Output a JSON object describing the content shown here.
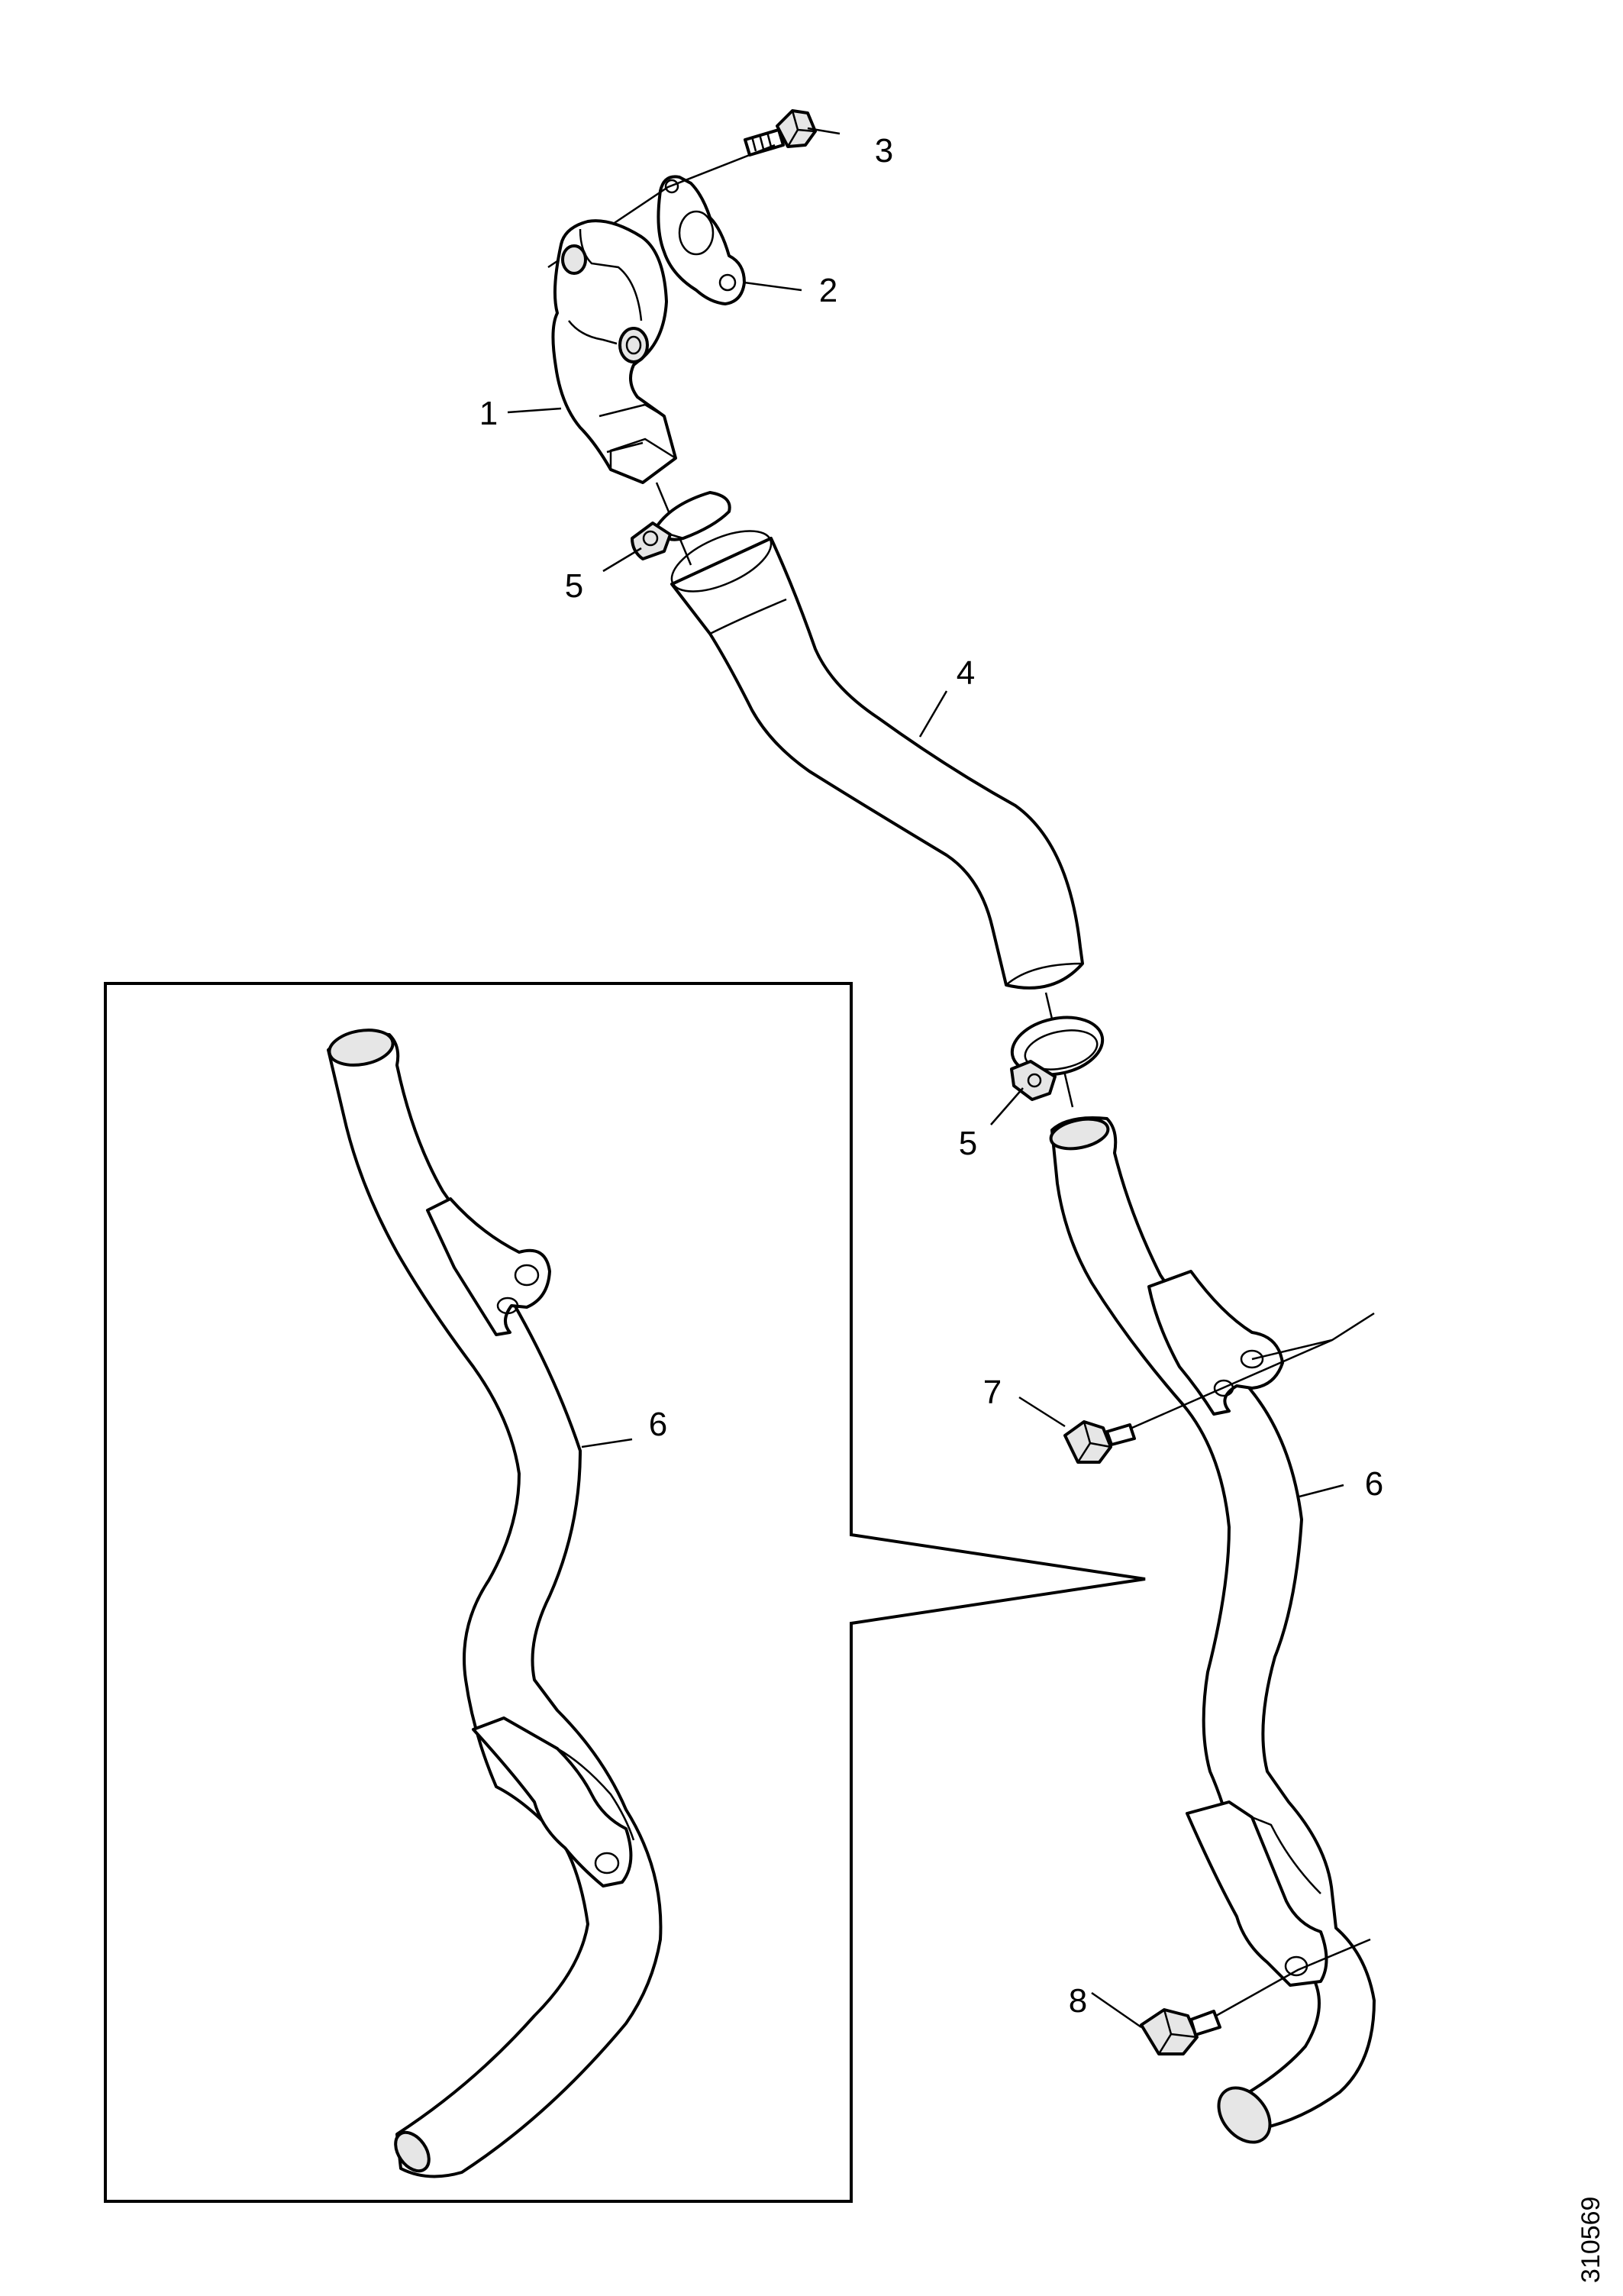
{
  "reference_number": "310569",
  "callouts": {
    "elbow_housing": "1",
    "gasket": "2",
    "bolt_top": "3",
    "hose": "4",
    "clamp_upper": "5",
    "clamp_lower": "5",
    "pipe_detail": "6",
    "pipe_main": "6",
    "bolt_bracket_upper": "7",
    "bolt_bracket_lower": "8"
  }
}
